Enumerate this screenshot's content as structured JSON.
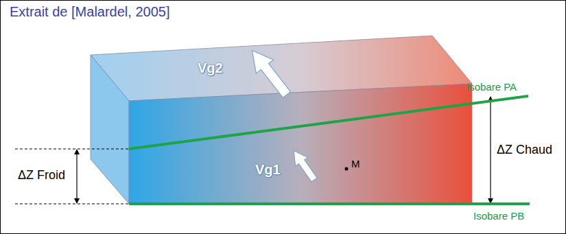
{
  "diagram": {
    "title": "Extrait de [Malardel, 2005]",
    "labels": [
      "Vg2",
      "Isobare PA",
      "ΔZ Froid",
      "Vg1",
      "M",
      "ΔZ Chaud",
      "Isobare PB"
    ]
  }
}
